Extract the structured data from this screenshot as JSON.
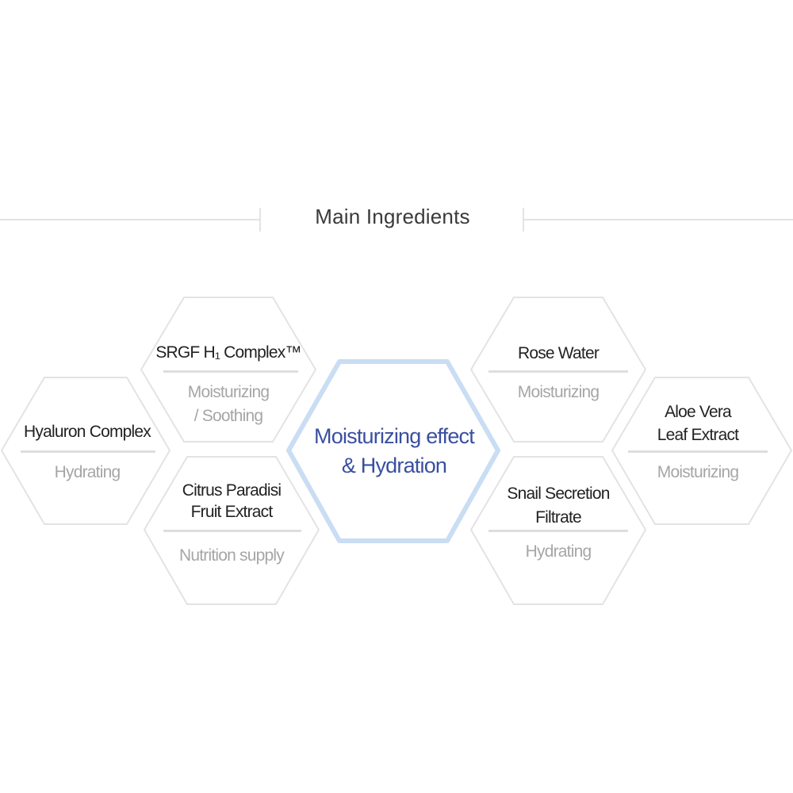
{
  "header": {
    "title": "Main Ingredients"
  },
  "center": {
    "line1": "Moisturizing effect",
    "line2": "& Hydration"
  },
  "colors": {
    "hex_border": "#e3e3e3",
    "center_border": "#c9ddf3",
    "accent_text": "#3a4fa0",
    "divider": "#dedede"
  },
  "ingredients": [
    {
      "name1": "Hyaluron Complex",
      "name2": "",
      "desc1": "Hydrating",
      "desc2": ""
    },
    {
      "name1": "SRGF H₁ Complex™",
      "name2": "",
      "desc1": "Moisturizing",
      "desc2": "/ Soothing"
    },
    {
      "name1": "Citrus Paradisi",
      "name2": "Fruit Extract",
      "desc1": "Nutrition supply",
      "desc2": ""
    },
    {
      "name1": "Rose Water",
      "name2": "",
      "desc1": "Moisturizing",
      "desc2": ""
    },
    {
      "name1": "Snail Secretion",
      "name2": "Filtrate",
      "desc1": "Hydrating",
      "desc2": ""
    },
    {
      "name1": "Aloe Vera",
      "name2": "Leaf Extract",
      "desc1": "Moisturizing",
      "desc2": ""
    }
  ]
}
